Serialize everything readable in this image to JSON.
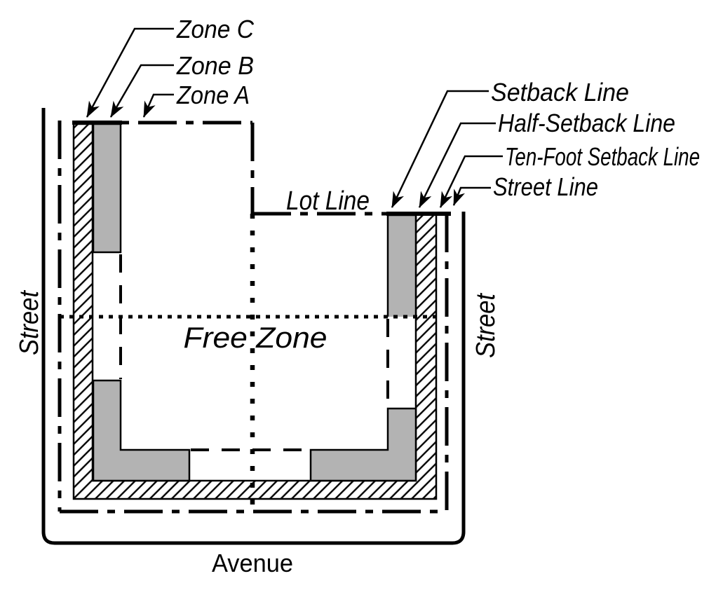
{
  "title": "Setback zones and street lines lot diagram",
  "labels": {
    "zone_c": "Zone C",
    "zone_b": "Zone B",
    "zone_a": "Zone A",
    "setback_line": "Setback Line",
    "half_setback_line": "Half-Setback Line",
    "ten_foot_setback_line": "Ten-Foot Setback Line",
    "street_line": "Street Line",
    "lot_line": "Lot Line",
    "free_zone": "Free Zone",
    "street_left": "Street",
    "street_right": "Street",
    "avenue": "Avenue"
  },
  "colors": {
    "ink": "#000000",
    "zone_b_gray": "#b3b3b3",
    "background": "#ffffff"
  },
  "line_styles": {
    "street_edge": "solid rounded rectangle",
    "street_line": "dash-dot",
    "lot_line": "dash-dot",
    "setback_line": "dashed where not bordered by Zone B gray",
    "free_zone_axes": "dotted",
    "zone_c": "diagonal hatched band between ten-foot setback line and half-setback line",
    "zone_b": "gray band between half-setback line and setback line",
    "zone_a": "white band inside setback line"
  }
}
